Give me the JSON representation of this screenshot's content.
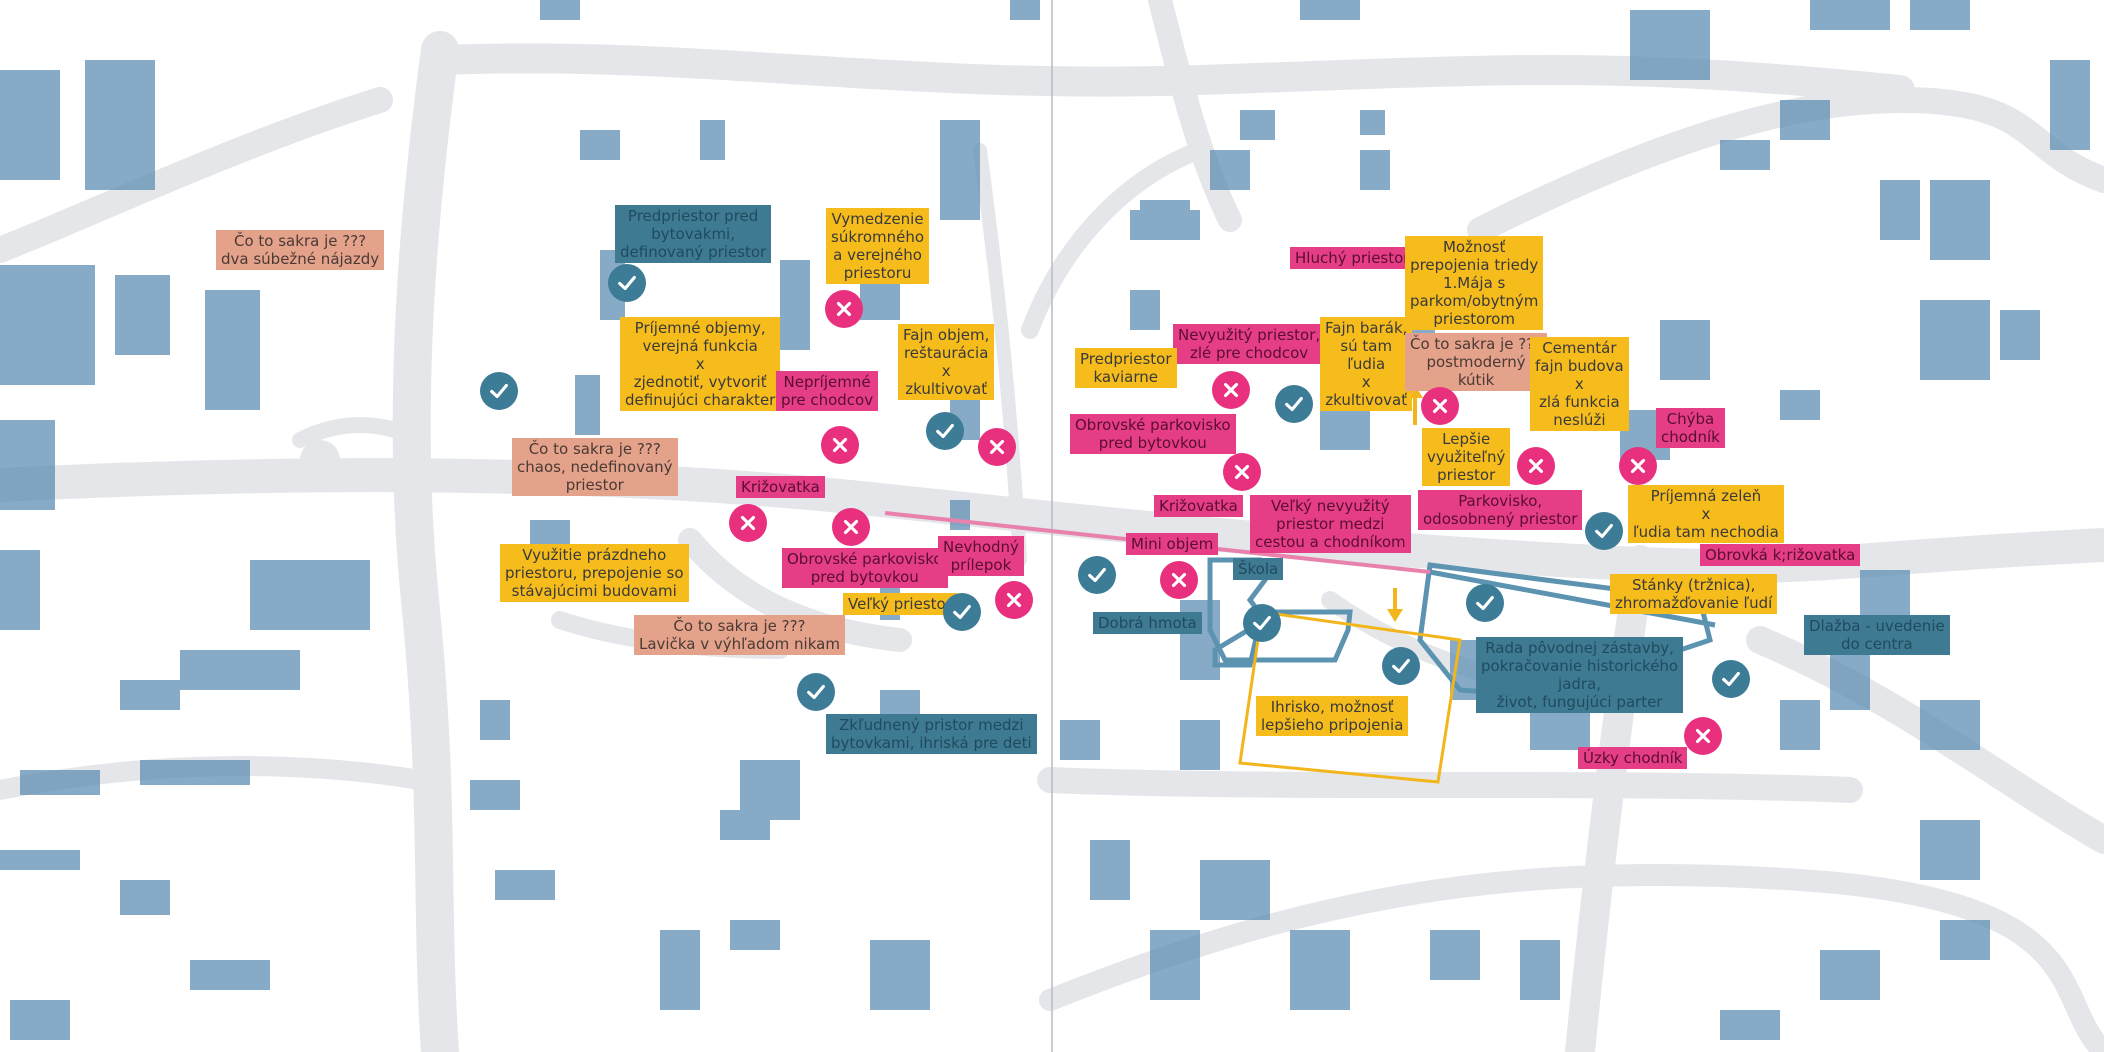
{
  "colors": {
    "positive": "#3f7a93",
    "negative": "#e63d87",
    "opportunity": "#f6bc1c",
    "question": "#e4a28a",
    "buildings": "#5f8fb3",
    "roads": "#e4e6e9",
    "school_outline": "#5c93b1",
    "playground_outline": "#f2b51b",
    "promenade_line": "#e882ad"
  },
  "labels": {
    "l01": "Čo to sakra je ???\ndva súbežné nájazdy",
    "l02": "Predpriestor pred\nbytovakmi,\ndefinovaný priestor",
    "l03": "Vymedzenie\nsúkromného\na verejného\npriestoru",
    "l04": "Príjemné objemy,\nverejná funkcia\nx\nzjednotiť, vytvoriť\ndefinujúci charakter",
    "l05": "Nepríjemné\npre  chodcov",
    "l06": "Fajn objem,\nreštaurácia\nx\nzkultivovať",
    "l07": "Čo to sakra je ???\nchaos, nedefinovaný\npriestor",
    "l08": "Križovatka",
    "l09": "Obrovské parkovisko\npred bytovkou",
    "l10": "Nevhodný\nprílepok",
    "l11": "Využitie prázdneho\npriestoru, prepojenie so\nstávajúcimi budovami",
    "l12": "Veľký priestor",
    "l13": "Čo to sakra je ???\nLavička v výhľadom nikam",
    "l14": "Zkľudnený pristor medzi\nbytovkami, ihriská pre deti",
    "l15": "Hluchý priestor",
    "l16": "Možnosť\nprepojenia triedy\n1.Mája s\nparkom/obytným\npriestorom",
    "l17": "Nevyužitý priestor,\nzlé pre chodcov",
    "l18": "Predpriestor\nkaviarne",
    "l19": "Fajn barák,\nsú tam\nľudia\nx\nzkultivovať",
    "l20": "Čo to sakra je ???\npostmoderný\nkútik",
    "l21": "Cementár\nfajn budova\nx\nzlá funkcia\nneslúži",
    "l22": "Obrovské parkovisko\npred bytovkou",
    "l23": "Lepšie\nvyužiteľný\npriestor",
    "l24": "Chýba\nchodník",
    "l25": "Križovatka",
    "l26": "Veľký nevyužitý\npriestor medzi\ncestou a chodníkom",
    "l27": "Parkovisko,\nodosobnený priestor",
    "l28": "Príjemná zeleň\nx\nľudia tam nechodia",
    "l29": "Mini objem",
    "l30": "Škola",
    "l31": "Obrovká k;rižovatka",
    "l32": "Stánky (tržnica),\nzhromažďovanie ľudí",
    "l33": "Dobrá hmota",
    "l34": "Dlažba - uvedenie\ndo centra",
    "l35": "Rada pôvodnej zástavby,\npokračovanie historického\njadra,\nživot, fungujúci parter",
    "l36": "Ihrisko, možnosť\nlepšieho pripojenia",
    "l37": "Úzky chodník"
  },
  "markers": {
    "positive_icon": "check-icon",
    "negative_icon": "close-icon"
  }
}
